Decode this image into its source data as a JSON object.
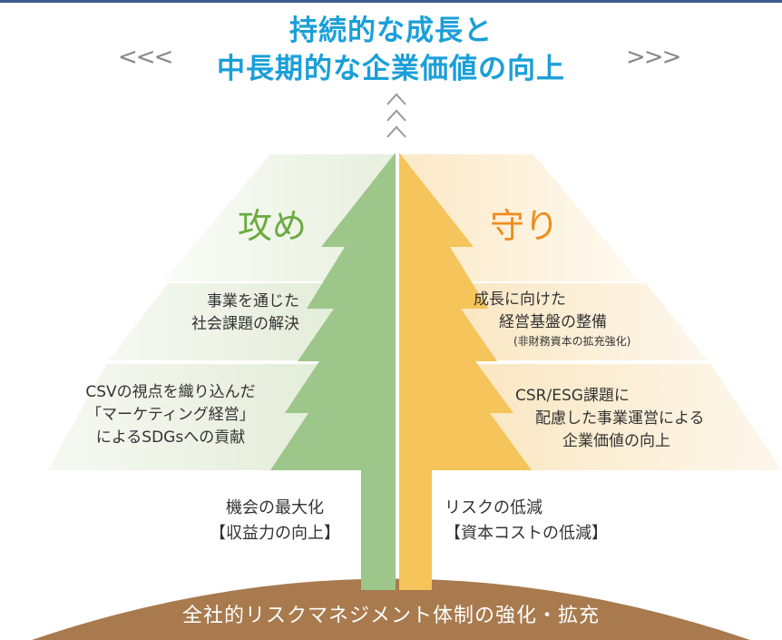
{
  "title": {
    "line1": "持続的な成長と",
    "line2": "中長期的な企業価値の向上",
    "left_chevrons": "<<<",
    "right_chevrons": ">>>"
  },
  "attack": {
    "heading": "攻め",
    "item1": [
      "事業を通じた",
      "社会課題の解決"
    ],
    "item2": [
      "CSVの視点を織り込んだ",
      "「マーケティング経営」",
      "によるSDGsへの貢献"
    ],
    "trunk": [
      "機会の最大化",
      "【収益力の向上】"
    ]
  },
  "defense": {
    "heading": "守り",
    "item1": [
      "成長に向けた",
      "経営基盤の整備",
      "(非財務資本の拡充強化)"
    ],
    "item2": [
      "CSR/ESG課題に",
      "配慮した事業運営による",
      "企業価値の向上"
    ],
    "trunk": [
      "リスクの低減",
      "【資本コストの低減】"
    ]
  },
  "foundation": "全社的リスクマネジメント体制の強化・拡充",
  "colors": {
    "title": "#1a9fd9",
    "green_tree": "#9cc68a",
    "yellow_tree": "#f5c45a",
    "ground": "#a87a4e",
    "attack_heading": "#6aab3e",
    "defense_heading": "#ef8c1e"
  }
}
